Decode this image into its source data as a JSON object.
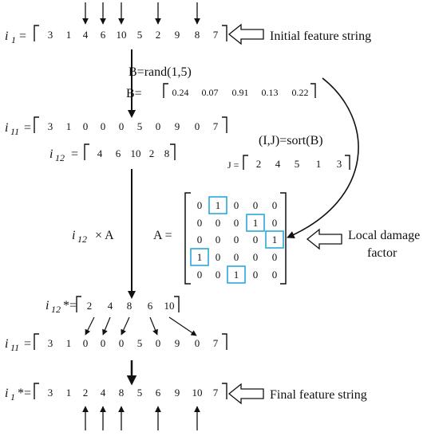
{
  "labels": {
    "i1": "i",
    "i1_sub": "1",
    "i11": "i",
    "i11_sub": "11",
    "i12": "i",
    "i12_sub": "12",
    "i12_times": "× A",
    "i12star": "i",
    "i12star_sub": "12",
    "i12star_suffix": "*=",
    "i11b": "i",
    "i11b_sub": "11",
    "i1star": "i",
    "i1star_sub": "1",
    "i1star_suffix": "*=",
    "eq": "=",
    "B_rand": "B=rand(1,5)",
    "B_eq": "B=",
    "IJ_sort": "(I,J)=sort(B)",
    "J_eq": "J =",
    "A_eq": "A =",
    "initial_feature_string": "Initial feature string",
    "local_damage_line1": "Local damage",
    "local_damage_line2": "factor",
    "final_feature_string": "Final feature string"
  },
  "rows": {
    "i1": [
      "3",
      "1",
      "4",
      "6",
      "10",
      "5",
      "2",
      "9",
      "8",
      "7"
    ],
    "i11": [
      "3",
      "1",
      "0",
      "0",
      "0",
      "5",
      "0",
      "9",
      "0",
      "7"
    ],
    "i12": [
      "4",
      "6",
      "10",
      "2",
      "8"
    ],
    "B": [
      "0.24",
      "0.07",
      "0.91",
      "0.13",
      "0.22"
    ],
    "J": [
      "2",
      "4",
      "5",
      "1",
      "3"
    ],
    "i12star": [
      "2",
      "4",
      "8",
      "6",
      "10"
    ],
    "i11b": [
      "3",
      "1",
      "0",
      "0",
      "0",
      "5",
      "0",
      "9",
      "0",
      "7"
    ],
    "i1star": [
      "3",
      "1",
      "2",
      "4",
      "8",
      "5",
      "6",
      "9",
      "10",
      "7"
    ]
  },
  "matrixA": [
    [
      "0",
      "1",
      "0",
      "0",
      "0"
    ],
    [
      "0",
      "0",
      "0",
      "1",
      "0"
    ],
    [
      "0",
      "0",
      "0",
      "0",
      "1"
    ],
    [
      "1",
      "0",
      "0",
      "0",
      "0"
    ],
    [
      "0",
      "0",
      "1",
      "0",
      "0"
    ]
  ],
  "colors": {
    "highlight": "#29a8d8",
    "ink": "#111111"
  }
}
